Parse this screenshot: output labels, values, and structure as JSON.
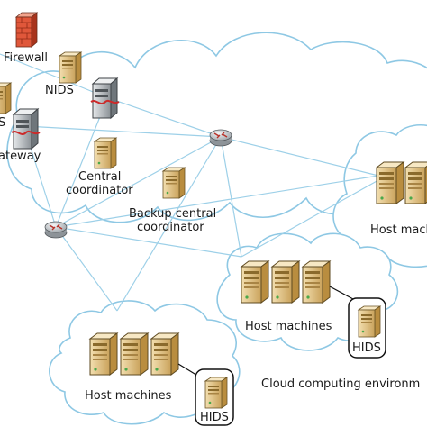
{
  "labels": {
    "firewall": "Firewall",
    "nids": "NIDS",
    "gateway": "ateway",
    "nids_left": "S",
    "central_1": "Central",
    "central_2": "coordinator",
    "backup_1": "Backup central",
    "backup_2": "coordinator",
    "host_right": "Host machi",
    "host_mid": "Host machines",
    "host_bottom": "Host machines",
    "hids_mid": "HIDS",
    "hids_bottom": "HIDS",
    "cloud_env": "Cloud computing environm"
  },
  "icons": {
    "router": "router-icon",
    "server": "server-icon",
    "firewall": "firewall-icon",
    "cloud": "cloud-icon"
  },
  "colors": {
    "cloud_stroke": "#8ec8e4",
    "link_line": "#9dd0e8",
    "server_body": "#e7c98d",
    "server_dark": "#b58a3c",
    "firewall_red": "#e0573a",
    "router_gray": "#c9ced2",
    "router_dark": "#7a7f84"
  }
}
